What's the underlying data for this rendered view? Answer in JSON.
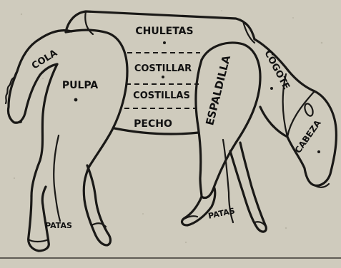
{
  "diagram": {
    "labels": {
      "chuletas": "CHULETAS",
      "cola": "COLA",
      "pulpa": "PULPA",
      "costillar": "COSTILLAR",
      "costillas": "COSTILLAS",
      "pecho": "PECHO",
      "espaldilla": "ESPALDILLA",
      "cogote": "COGOTE",
      "cabeza": "CABEZA",
      "patas_back": "PATAS",
      "patas_front": "PATAS"
    },
    "colors": {
      "paper": "#cfcbbd",
      "ink": "#1a1917"
    }
  }
}
